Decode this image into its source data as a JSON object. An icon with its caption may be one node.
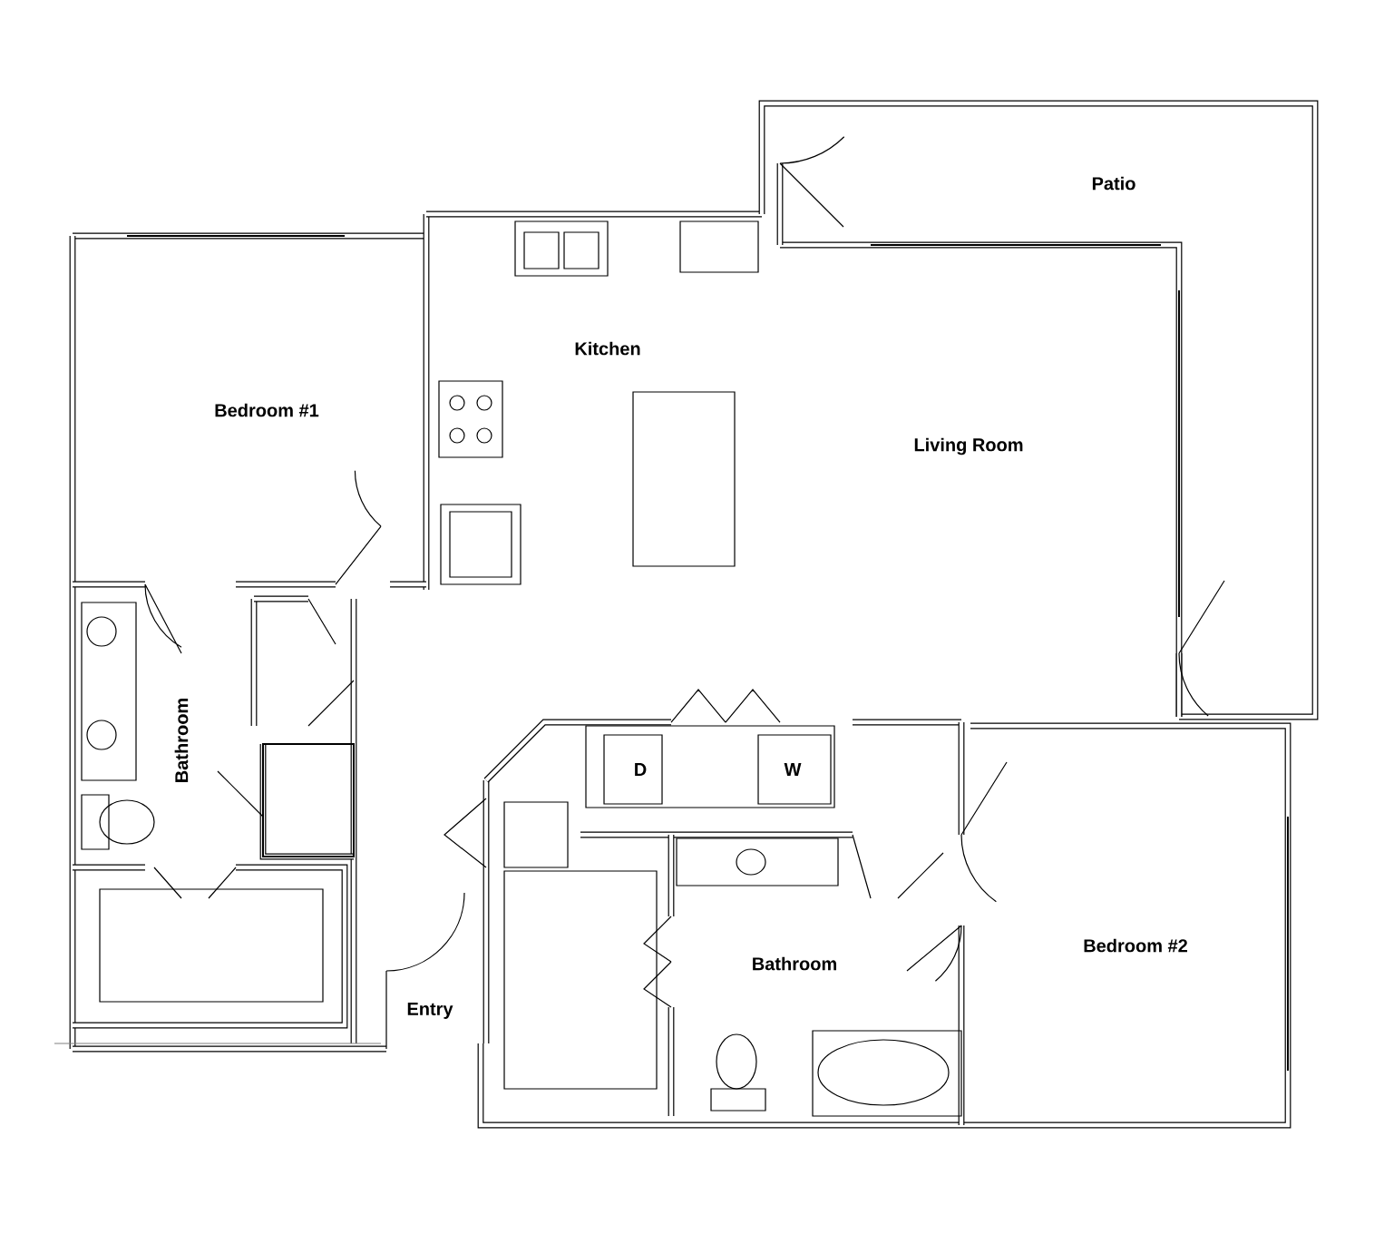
{
  "diagram": {
    "labels": [
      "Patio",
      "Kitchen",
      "Bedroom #1",
      "Living Room",
      "Bathroom",
      "D",
      "W",
      "Bathroom",
      "Bedroom #2",
      "Entry"
    ]
  }
}
